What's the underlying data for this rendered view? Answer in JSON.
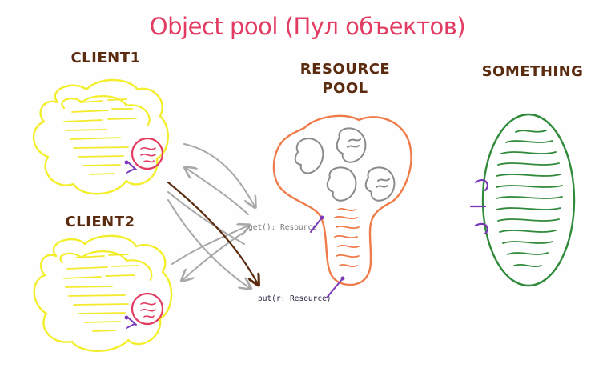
{
  "title": "Object pool (Пул объектов)",
  "labels": {
    "client1": "CLIENT1",
    "client2": "CLIENT2",
    "resource_pool_line1": "RESOURCE",
    "resource_pool_line2": "POOL",
    "something": "SOMETHING"
  },
  "methods": {
    "get": "get(): Resource",
    "put": "put(r: Resource)"
  },
  "colors": {
    "title": "#e23c63",
    "label": "#5a2b0e",
    "client_outline": "#f3ee2a",
    "client_lines": "#f4ea2c",
    "client_circle": "#e23c63",
    "hook": "#7a3ab8",
    "pool_outline": "#f07b4a",
    "pool_lines": "#f07b4a",
    "pool_heads": "#8a8a8a",
    "arrow_gray": "#a8a8a8",
    "arrow_brown": "#5a2b0e",
    "something_outline": "#2f8a3a",
    "something_lines": "#2f8a3a"
  }
}
